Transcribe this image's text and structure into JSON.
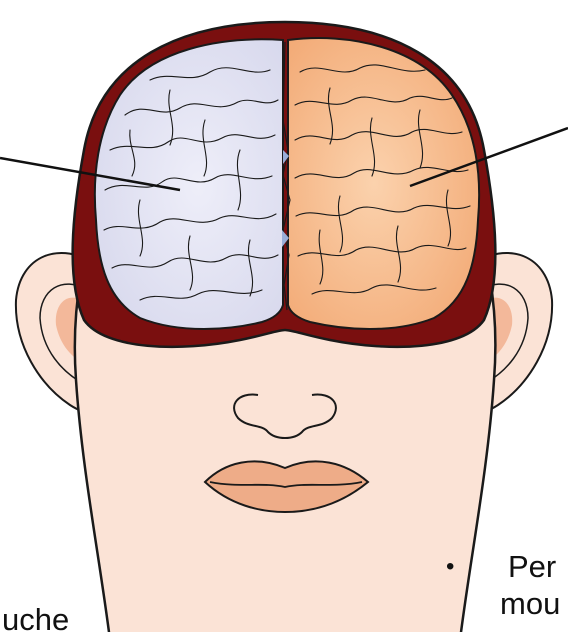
{
  "labels": {
    "left_partial": "uche",
    "right_bullet": "•",
    "right_line1_partial": "Per",
    "right_line2_partial": "mou"
  },
  "colors": {
    "skin": "#fbe3d6",
    "skin_outline": "#1a1a1a",
    "ear_inner": "#f3b89a",
    "skull_ring": "#7a0f0f",
    "left_hemisphere": "#e3e4f3",
    "right_hemisphere": "#f6be8e",
    "lips": "#eeac88",
    "pointer": "#111111"
  },
  "figure": {
    "subject": "head-with-brain-hemispheres",
    "left_hemisphere_color_name": "lavender",
    "right_hemisphere_color_name": "orange"
  }
}
